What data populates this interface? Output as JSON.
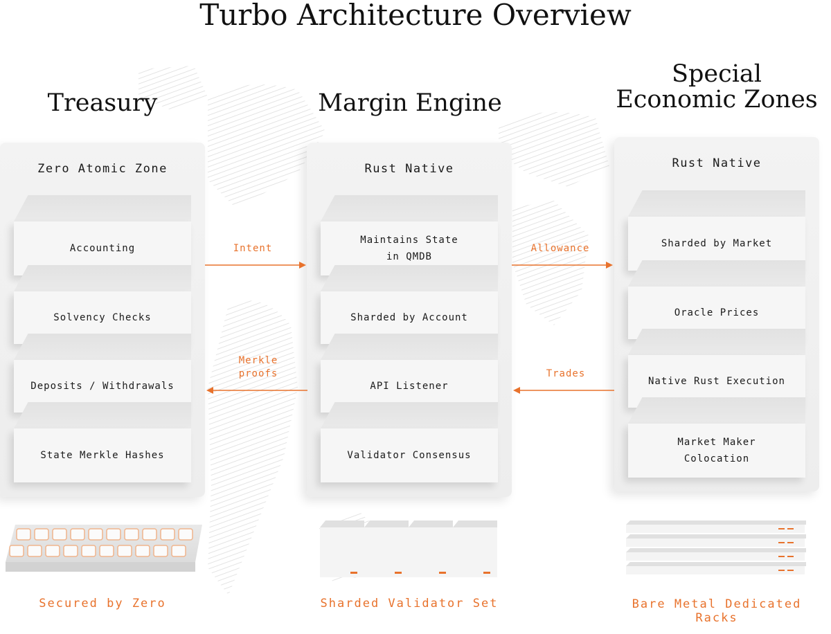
{
  "title": "Turbo Architecture Overview",
  "colors": {
    "accent": "#e8722c",
    "panel": "#f0f0f0",
    "text": "#111111"
  },
  "columns": [
    {
      "title": "Treasury",
      "subtitle": "Zero Atomic Zone",
      "blocks": [
        "Accounting",
        "Solvency Checks",
        "Deposits / Withdrawals",
        "State Merkle Hashes"
      ],
      "caption": "Secured by Zero",
      "hardware_icon": "keyboard-icon"
    },
    {
      "title": "Margin Engine",
      "subtitle": "Rust Native",
      "blocks": [
        "Maintains State\nin QMDB",
        "Sharded by Account",
        "API Listener",
        "Validator Consensus"
      ],
      "caption": "Sharded Validator Set",
      "hardware_icon": "server-cubes-icon"
    },
    {
      "title": "Special\nEconomic Zones",
      "subtitle": "Rust Native",
      "blocks": [
        "Sharded by Market",
        "Oracle Prices",
        "Native Rust Execution",
        "Market Maker\nColocation"
      ],
      "caption": "Bare Metal Dedicated Racks",
      "hardware_icon": "rack-server-icon"
    }
  ],
  "arrows": {
    "intent": "Intent",
    "merkle_proofs": "Merkle\nproofs",
    "allowance": "Allowance",
    "trades": "Trades"
  }
}
